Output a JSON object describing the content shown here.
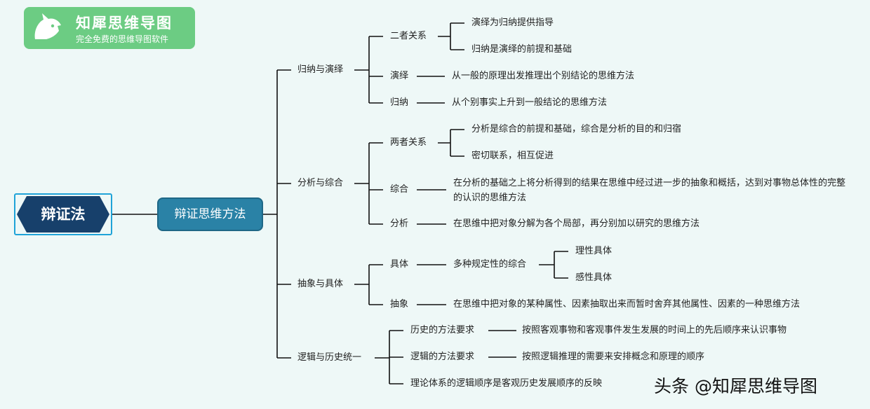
{
  "logo": {
    "name": "知犀思维导图",
    "tagline": "完全免费的思维导图软件"
  },
  "root": "辩证法",
  "center": "辩证思维方法",
  "branches": [
    {
      "label": "归纳与演绎",
      "children": [
        {
          "label": "二者关系",
          "children": [
            "演绎为归纳提供指导",
            "归纳是演绎的前提和基础"
          ]
        },
        {
          "label": "演绎",
          "children": [
            "从一般的原理出发推理出个别结论的思维方法"
          ]
        },
        {
          "label": "归纳",
          "children": [
            "从个别事实上升到一般结论的思维方法"
          ]
        }
      ]
    },
    {
      "label": "分析与综合",
      "children": [
        {
          "label": "两者关系",
          "children": [
            "分析是综合的前提和基础，综合是分析的目的和归宿",
            "密切联系，相互促进"
          ]
        },
        {
          "label": "综合",
          "children": [
            "在分析的基础之上将分析得到的结果在思维中经过进一步的抽象和概括，达到对事物总体性的完整的认识的思维方法"
          ]
        },
        {
          "label": "分析",
          "children": [
            "在思维中把对象分解为各个局部，再分别加以研究的思维方法"
          ]
        }
      ]
    },
    {
      "label": "抽象与具体",
      "children": [
        {
          "label": "具体",
          "children": [
            {
              "label": "多种规定性的综合",
              "children": [
                "理性具体",
                "感性具体"
              ]
            }
          ]
        },
        {
          "label": "抽象",
          "children": [
            "在思维中把对象的某种属性、因素抽取出来而暂时舍弃其他属性、因素的一种思维方法"
          ]
        }
      ]
    },
    {
      "label": "逻辑与历史统一",
      "children": [
        {
          "label": "历史的方法要求",
          "children": [
            "按照客观事物和客观事件发生发展的时间上的先后顺序来认识事物"
          ]
        },
        {
          "label": "逻辑的方法要求",
          "children": [
            "按照逻辑推理的需要来安排概念和原理的顺序"
          ]
        },
        {
          "label": "理论体系的逻辑顺序是客观历史发展顺序的反映"
        }
      ]
    }
  ],
  "watermark": "头条 @知犀思维导图",
  "colors": {
    "background": "#eef8f7",
    "root": "#17406b",
    "center": "#2a82a6",
    "logo": "#6ccc83",
    "line": "#111111",
    "root_border": "#1fa3d8"
  }
}
